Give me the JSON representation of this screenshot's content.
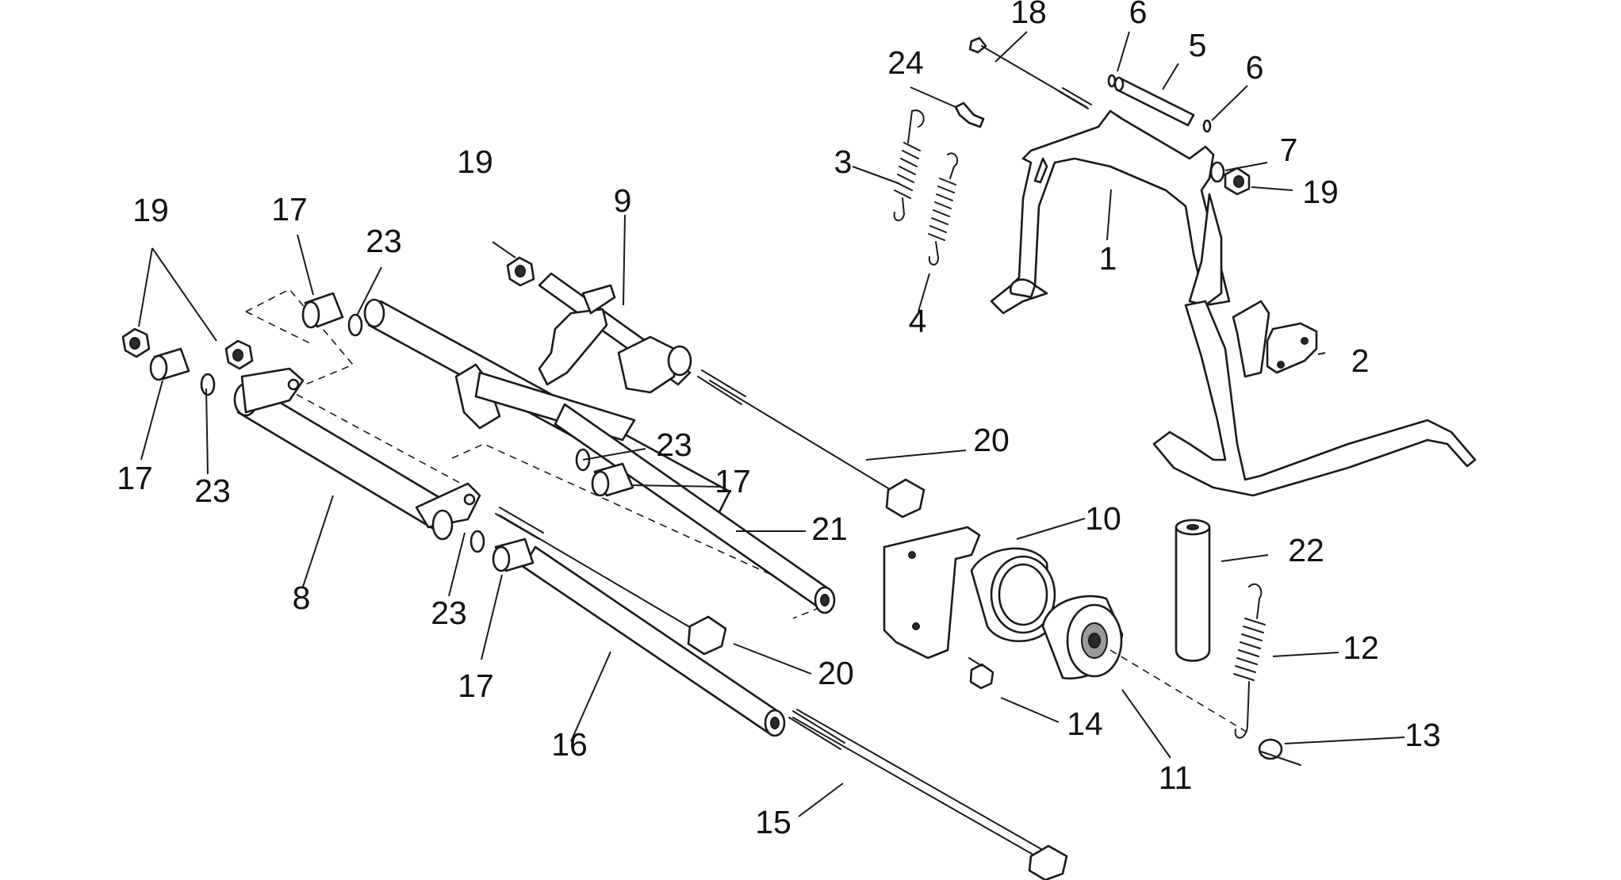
{
  "callouts": [
    {
      "id": "c18",
      "text": "18"
    },
    {
      "id": "c6a",
      "text": "6"
    },
    {
      "id": "c5",
      "text": "5"
    },
    {
      "id": "c6b",
      "text": "6"
    },
    {
      "id": "c24",
      "text": "24"
    },
    {
      "id": "c3",
      "text": "3"
    },
    {
      "id": "c7",
      "text": "7"
    },
    {
      "id": "c19d",
      "text": "19"
    },
    {
      "id": "c1",
      "text": "1"
    },
    {
      "id": "c4",
      "text": "4"
    },
    {
      "id": "c2",
      "text": "2"
    },
    {
      "id": "c19a",
      "text": "19"
    },
    {
      "id": "c9",
      "text": "9"
    },
    {
      "id": "c19c",
      "text": "19"
    },
    {
      "id": "c17a",
      "text": "17"
    },
    {
      "id": "c23a",
      "text": "23"
    },
    {
      "id": "c17b",
      "text": "17"
    },
    {
      "id": "c23b",
      "text": "23"
    },
    {
      "id": "c20a",
      "text": "20"
    },
    {
      "id": "c23c",
      "text": "23"
    },
    {
      "id": "c17c",
      "text": "17"
    },
    {
      "id": "c21",
      "text": "21"
    },
    {
      "id": "c10",
      "text": "10"
    },
    {
      "id": "c22",
      "text": "22"
    },
    {
      "id": "c8",
      "text": "8"
    },
    {
      "id": "c23d",
      "text": "23"
    },
    {
      "id": "c17d",
      "text": "17"
    },
    {
      "id": "c20b",
      "text": "20"
    },
    {
      "id": "c12",
      "text": "12"
    },
    {
      "id": "c14",
      "text": "14"
    },
    {
      "id": "c11",
      "text": "11"
    },
    {
      "id": "c13",
      "text": "13"
    },
    {
      "id": "c16",
      "text": "16"
    },
    {
      "id": "c15",
      "text": "15"
    }
  ]
}
